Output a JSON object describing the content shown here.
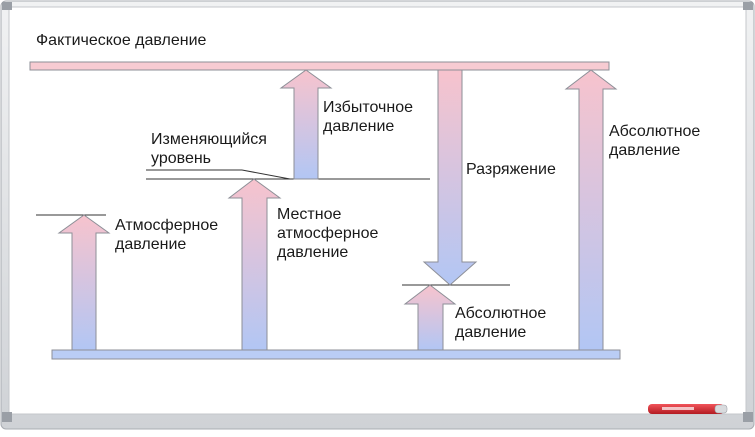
{
  "title": "Фактическое давление",
  "labels": {
    "changing_level": [
      "Изменяющийся",
      "уровень"
    ],
    "atmospheric": [
      "Атмосферное",
      "давление"
    ],
    "local_atmospheric": [
      "Местное",
      "атмосферное",
      "давление"
    ],
    "excess": [
      "Избыточное",
      "давление"
    ],
    "vacuum": "Разряжение",
    "absolute_small": [
      "Абсолютное",
      "давление"
    ],
    "absolute_right": [
      "Абсолютное",
      "давление"
    ]
  },
  "colors": {
    "arrow_top": "#f6c6cf",
    "arrow_bottom": "#b6c8f3",
    "bar_top_fill": "#f7ccd3",
    "bar_bottom_fill": "#b9cbf4",
    "stroke": "#7a7f8c",
    "frame_outer": "#c9cbce",
    "frame_inner": "#e6e8ea",
    "marker_red": "#d8232a"
  },
  "icons": [
    "whiteboard-frame",
    "whiteboard-marker-icon"
  ]
}
